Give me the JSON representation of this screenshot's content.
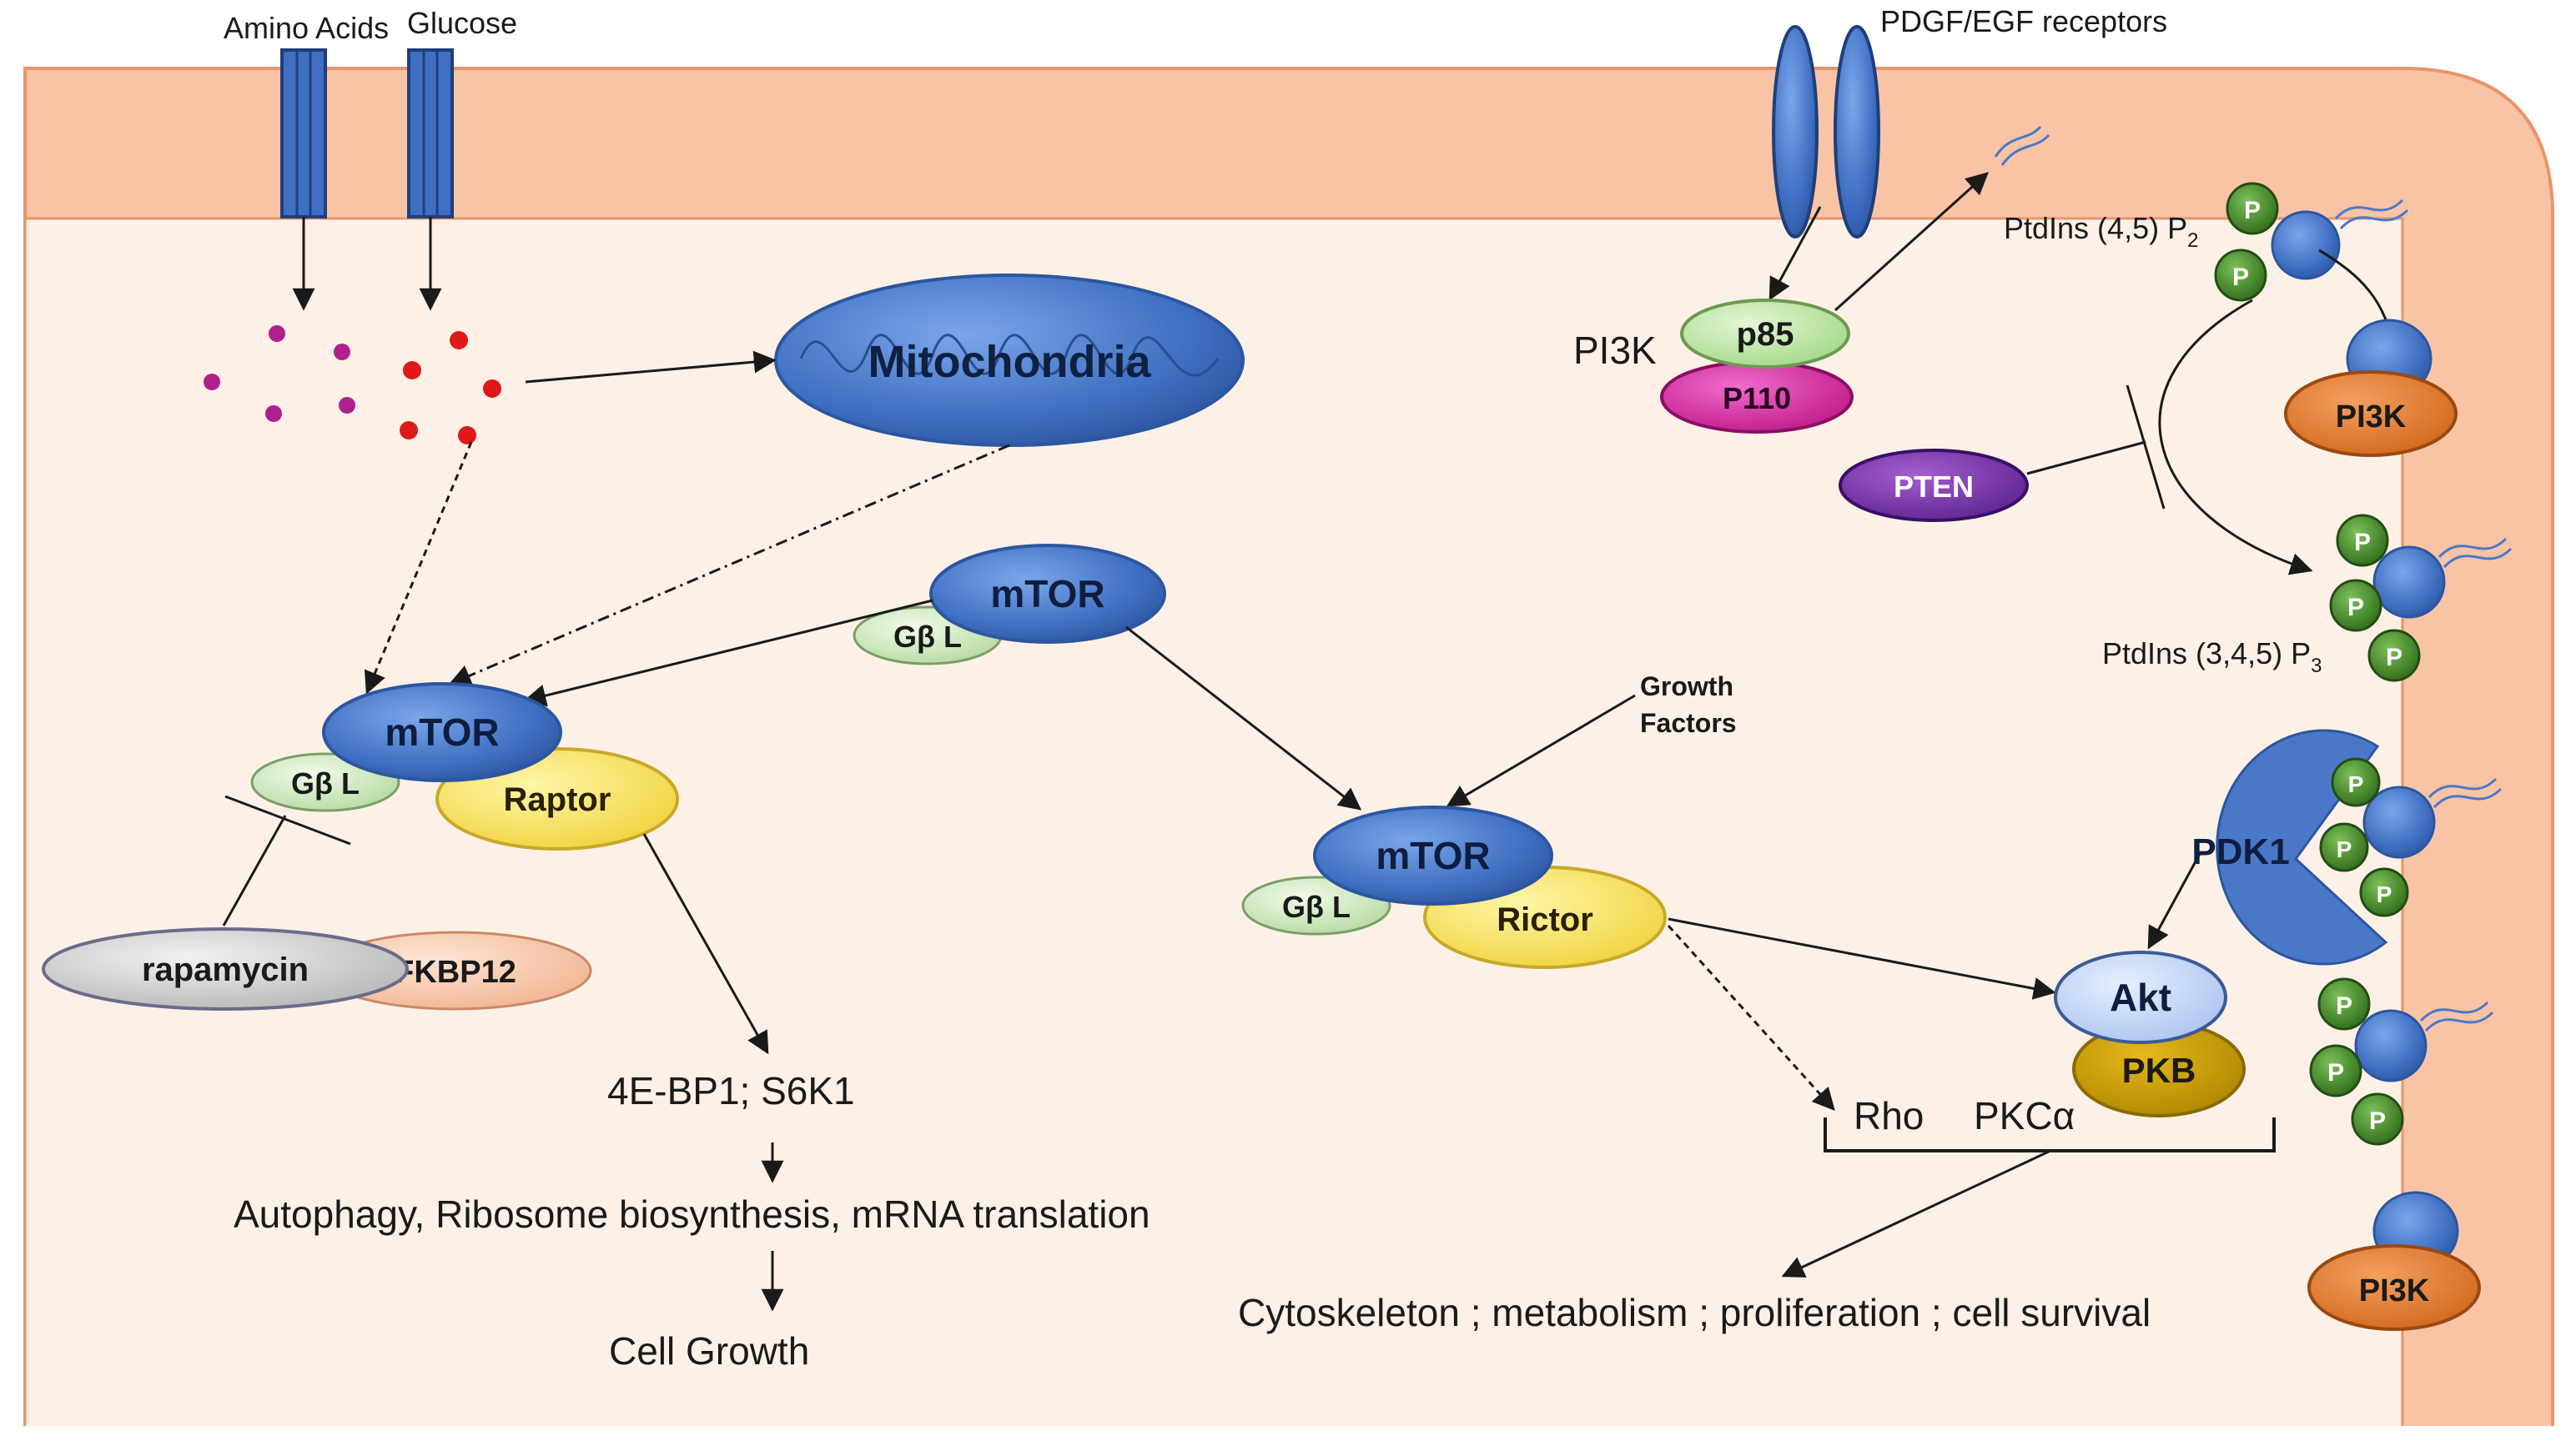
{
  "membrane": {
    "transporters": [
      "Amino Acids",
      "Glucose"
    ],
    "receptor": "PDGF/EGF receptors"
  },
  "organelles": {
    "mitochondria": "Mitochondria"
  },
  "complexes": {
    "center": {
      "mtor": "mTOR",
      "gbl": "Gβ L"
    },
    "mtorc1": {
      "mtor": "mTOR",
      "gbl": "Gβ L",
      "raptor": "Raptor"
    },
    "mtorc2": {
      "mtor": "mTOR",
      "gbl": "Gβ L",
      "rictor": "Rictor"
    }
  },
  "inhibitor": {
    "rapamycin": "rapamycin",
    "fkbp12": "FKBP12"
  },
  "pi3k": {
    "label": "PI3K",
    "p85": "p85",
    "p110": "P110",
    "membrane_top": "PI3K",
    "membrane_bottom": "PI3K"
  },
  "pten": "PTEN",
  "phosphoinositides": {
    "pip2_main": "PtdIns (4,5) P",
    "pip2_sub": "2",
    "pip3_main": "PtdIns (3,4,5) P",
    "pip3_sub": "3",
    "p": "P"
  },
  "pdk1": "PDK1",
  "akt": {
    "akt": "Akt",
    "pkb": "PKB"
  },
  "growth_factors": [
    "Growth",
    "Factors"
  ],
  "targets": {
    "mtorc1": "4E-BP1; S6K1",
    "mtorc2_rho": "Rho",
    "mtorc2_pkc": "PKCα"
  },
  "outcomes": {
    "processes": "Autophagy, Ribosome biosynthesis, mRNA translation",
    "growth": "Cell Growth",
    "cytoskeleton": "Cytoskeleton ; metabolism ; proliferation ; cell survival"
  },
  "colors": {
    "membrane": "#f9c4a6",
    "cytoplasm": "#fdf1e7",
    "protein_blue": "#4a78c9",
    "raptor": "#f7e36a",
    "gbl": "#d5ecc8",
    "pi3k_orange": "#e07a2a",
    "pten": "#7a3aa8",
    "p110": "#d6239e",
    "p85": "#bfe7a4",
    "phosphate": "#4d8a2c"
  }
}
